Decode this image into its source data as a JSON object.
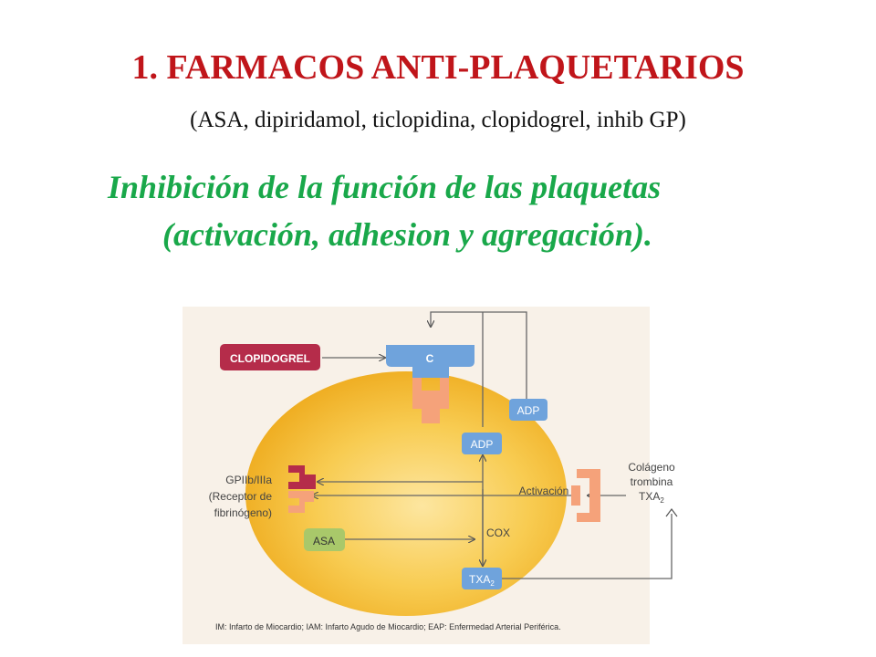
{
  "title": "1. FARMACOS ANTI-PLAQUETARIOS",
  "subtitle": "(ASA, dipiridamol, ticlopidina, clopidogrel, inhib GP)",
  "green_line1": "Inhibición de la función de las plaquetas",
  "green_line2": "(activación, adhesion y agregación).",
  "diagram": {
    "clopidogrel": "CLOPIDOGREL",
    "receptor_c": "C",
    "adp_top": "ADP",
    "adp_inner": "ADP",
    "gp_line1": "GPIIb/IIIa",
    "gp_line2": "(Receptor de",
    "gp_line3": "fibrinógeno)",
    "activacion": "Activación",
    "cox": "COX",
    "asa": "ASA",
    "txa": "TXA",
    "txa_sub": "2",
    "colageno": "Colágeno",
    "trombina": "trombina",
    "txa_right": "TXA",
    "txa_right_sub": "2",
    "footnote": "IM: Infarto de Miocardio; IAM: Infarto Agudo de Miocardio; EAP: Enfermedad Arterial Periférica."
  },
  "colors": {
    "title": "#c0151a",
    "green_text": "#19a84a",
    "clopidogrel": "#b52c4a",
    "blue_box": "#6fa3dc",
    "salmon": "#f5a27a",
    "asa": "#a9c86a",
    "cell": "#f6c13f",
    "panel": "#f8f1e8"
  }
}
